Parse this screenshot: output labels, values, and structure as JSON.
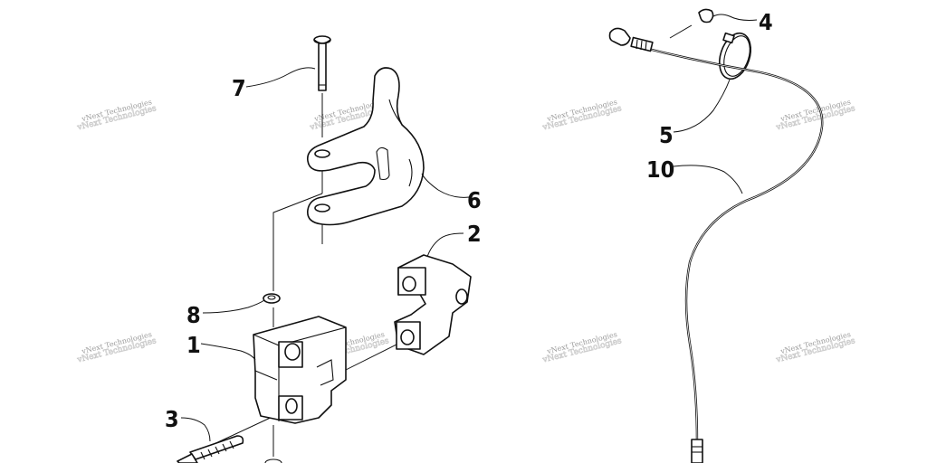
{
  "callouts": [
    "1",
    "2",
    "3",
    "4",
    "5",
    "6",
    "7",
    "8",
    "10"
  ],
  "watermark": "vNext Technologies"
}
